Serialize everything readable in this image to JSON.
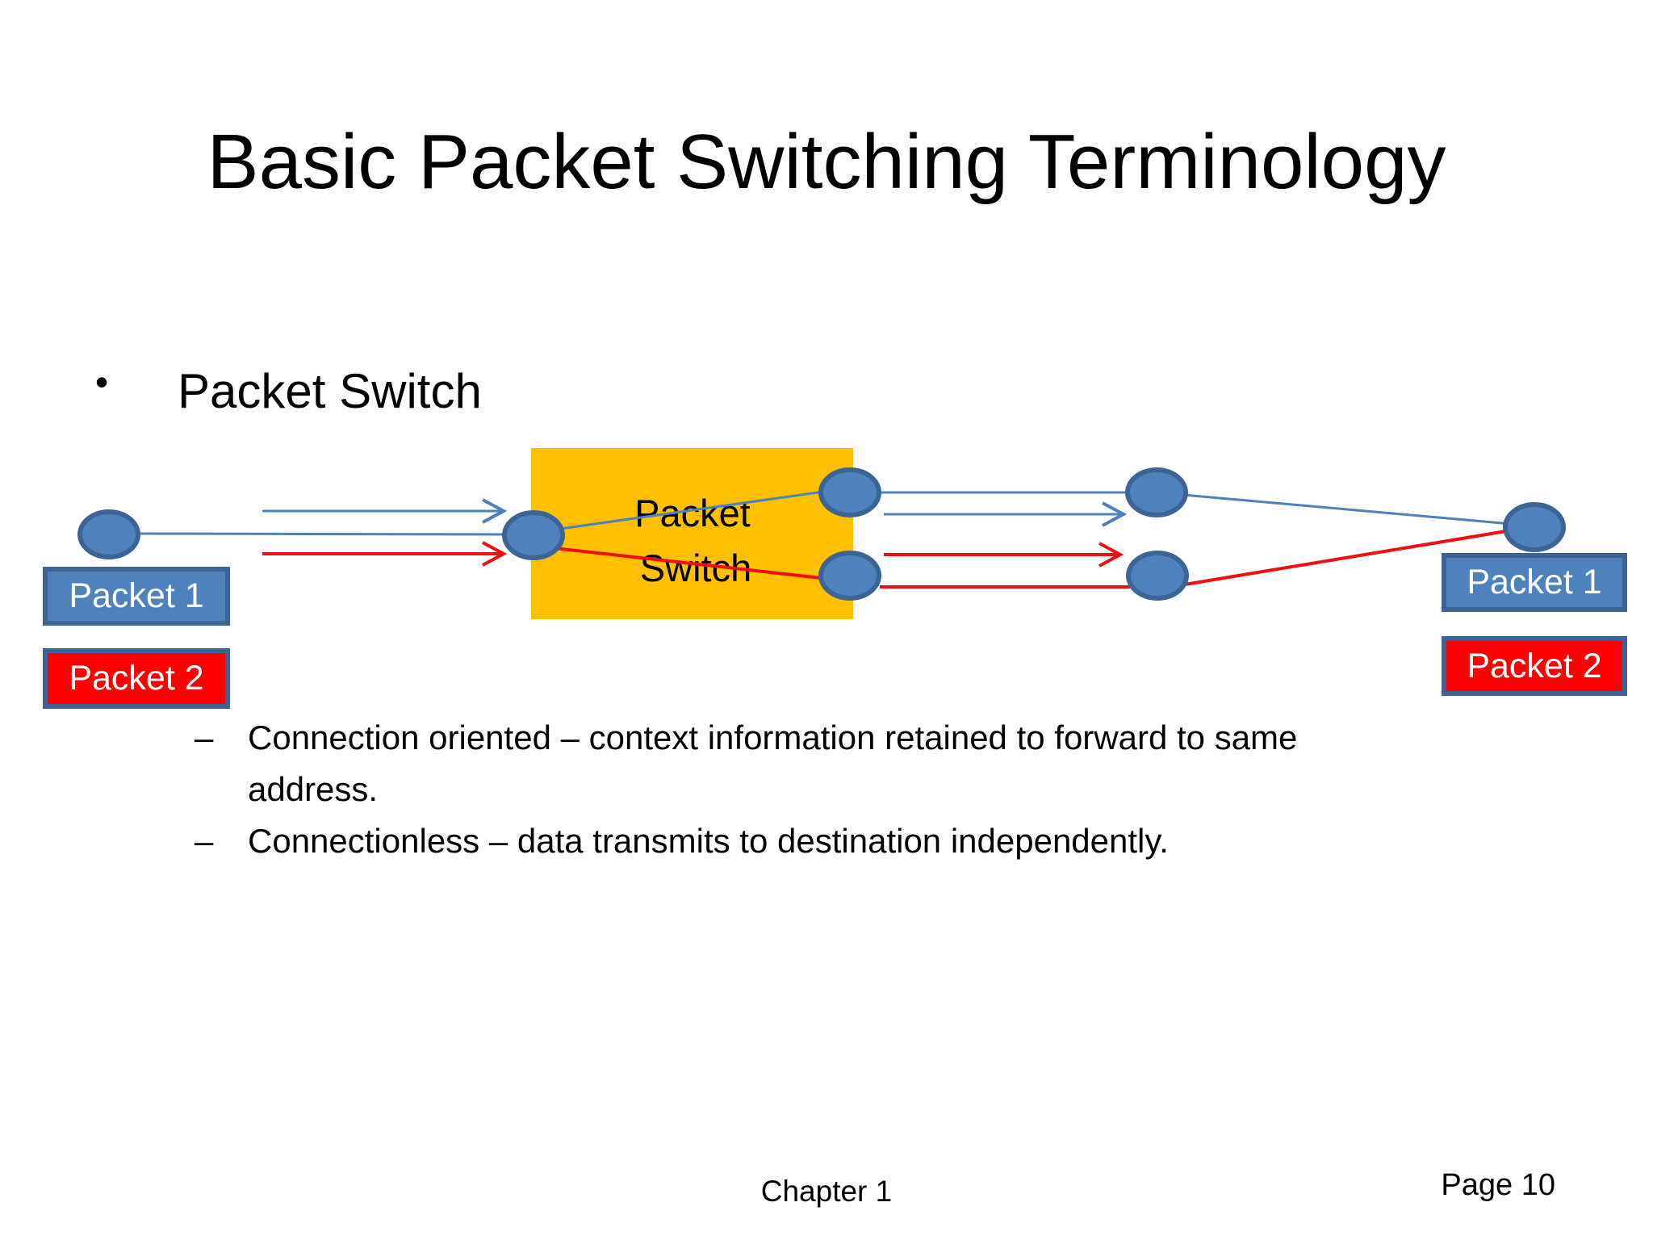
{
  "slide": {
    "title": "Basic Packet Switching Terminology",
    "bullet": {
      "glyph": "•",
      "label": "Packet Switch"
    },
    "sub_bullets": [
      {
        "dash": "–",
        "lines": [
          "Connection oriented – context information retained to forward to same",
          "address."
        ]
      },
      {
        "dash": "–",
        "lines": [
          "Connectionless – data transmits to destination independently."
        ]
      }
    ],
    "footer": {
      "chapter": "Chapter 1",
      "page": "Page 10"
    }
  },
  "diagram": {
    "switch_label_line1": "Packet",
    "switch_label_line2": "Switch",
    "boxes": {
      "left_packet1": "Packet 1",
      "left_packet2": "Packet 2",
      "right_packet1": "Packet 1",
      "right_packet2": "Packet 2"
    },
    "colors": {
      "switch_box_fill": "#FFC000",
      "node_fill": "#4F81BD",
      "node_border": "#3C6494",
      "packet1_fill": "#4F81BD",
      "packet2_fill": "#FF0000",
      "packet_box_border": "#3C6494",
      "packet_label_text": "#FFFFFF",
      "blue_line": "#4F81BD",
      "red_line": "#EE1010"
    }
  }
}
